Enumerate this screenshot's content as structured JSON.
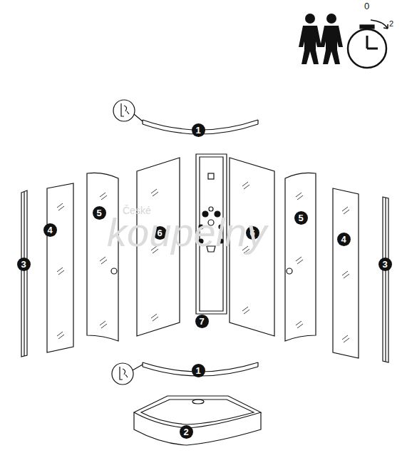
{
  "diagram": {
    "nodes": [
      {
        "text": [
          "1"
        ]
      },
      {
        "text": [
          "5"
        ]
      },
      {
        "text": [
          "6"
        ]
      },
      {
        "text": [
          "6"
        ]
      },
      {
        "text": [
          "5"
        ]
      },
      {
        "text": [
          "4"
        ]
      },
      {
        "text": [
          "4"
        ]
      },
      {
        "text": [
          "3"
        ]
      },
      {
        "text": [
          "3"
        ]
      },
      {
        "text": [
          "7"
        ]
      },
      {
        "text": [
          "1"
        ]
      },
      {
        "text": [
          "2"
        ]
      }
    ],
    "labels": [
      "0",
      "2",
      "České",
      "koupelny"
    ]
  }
}
